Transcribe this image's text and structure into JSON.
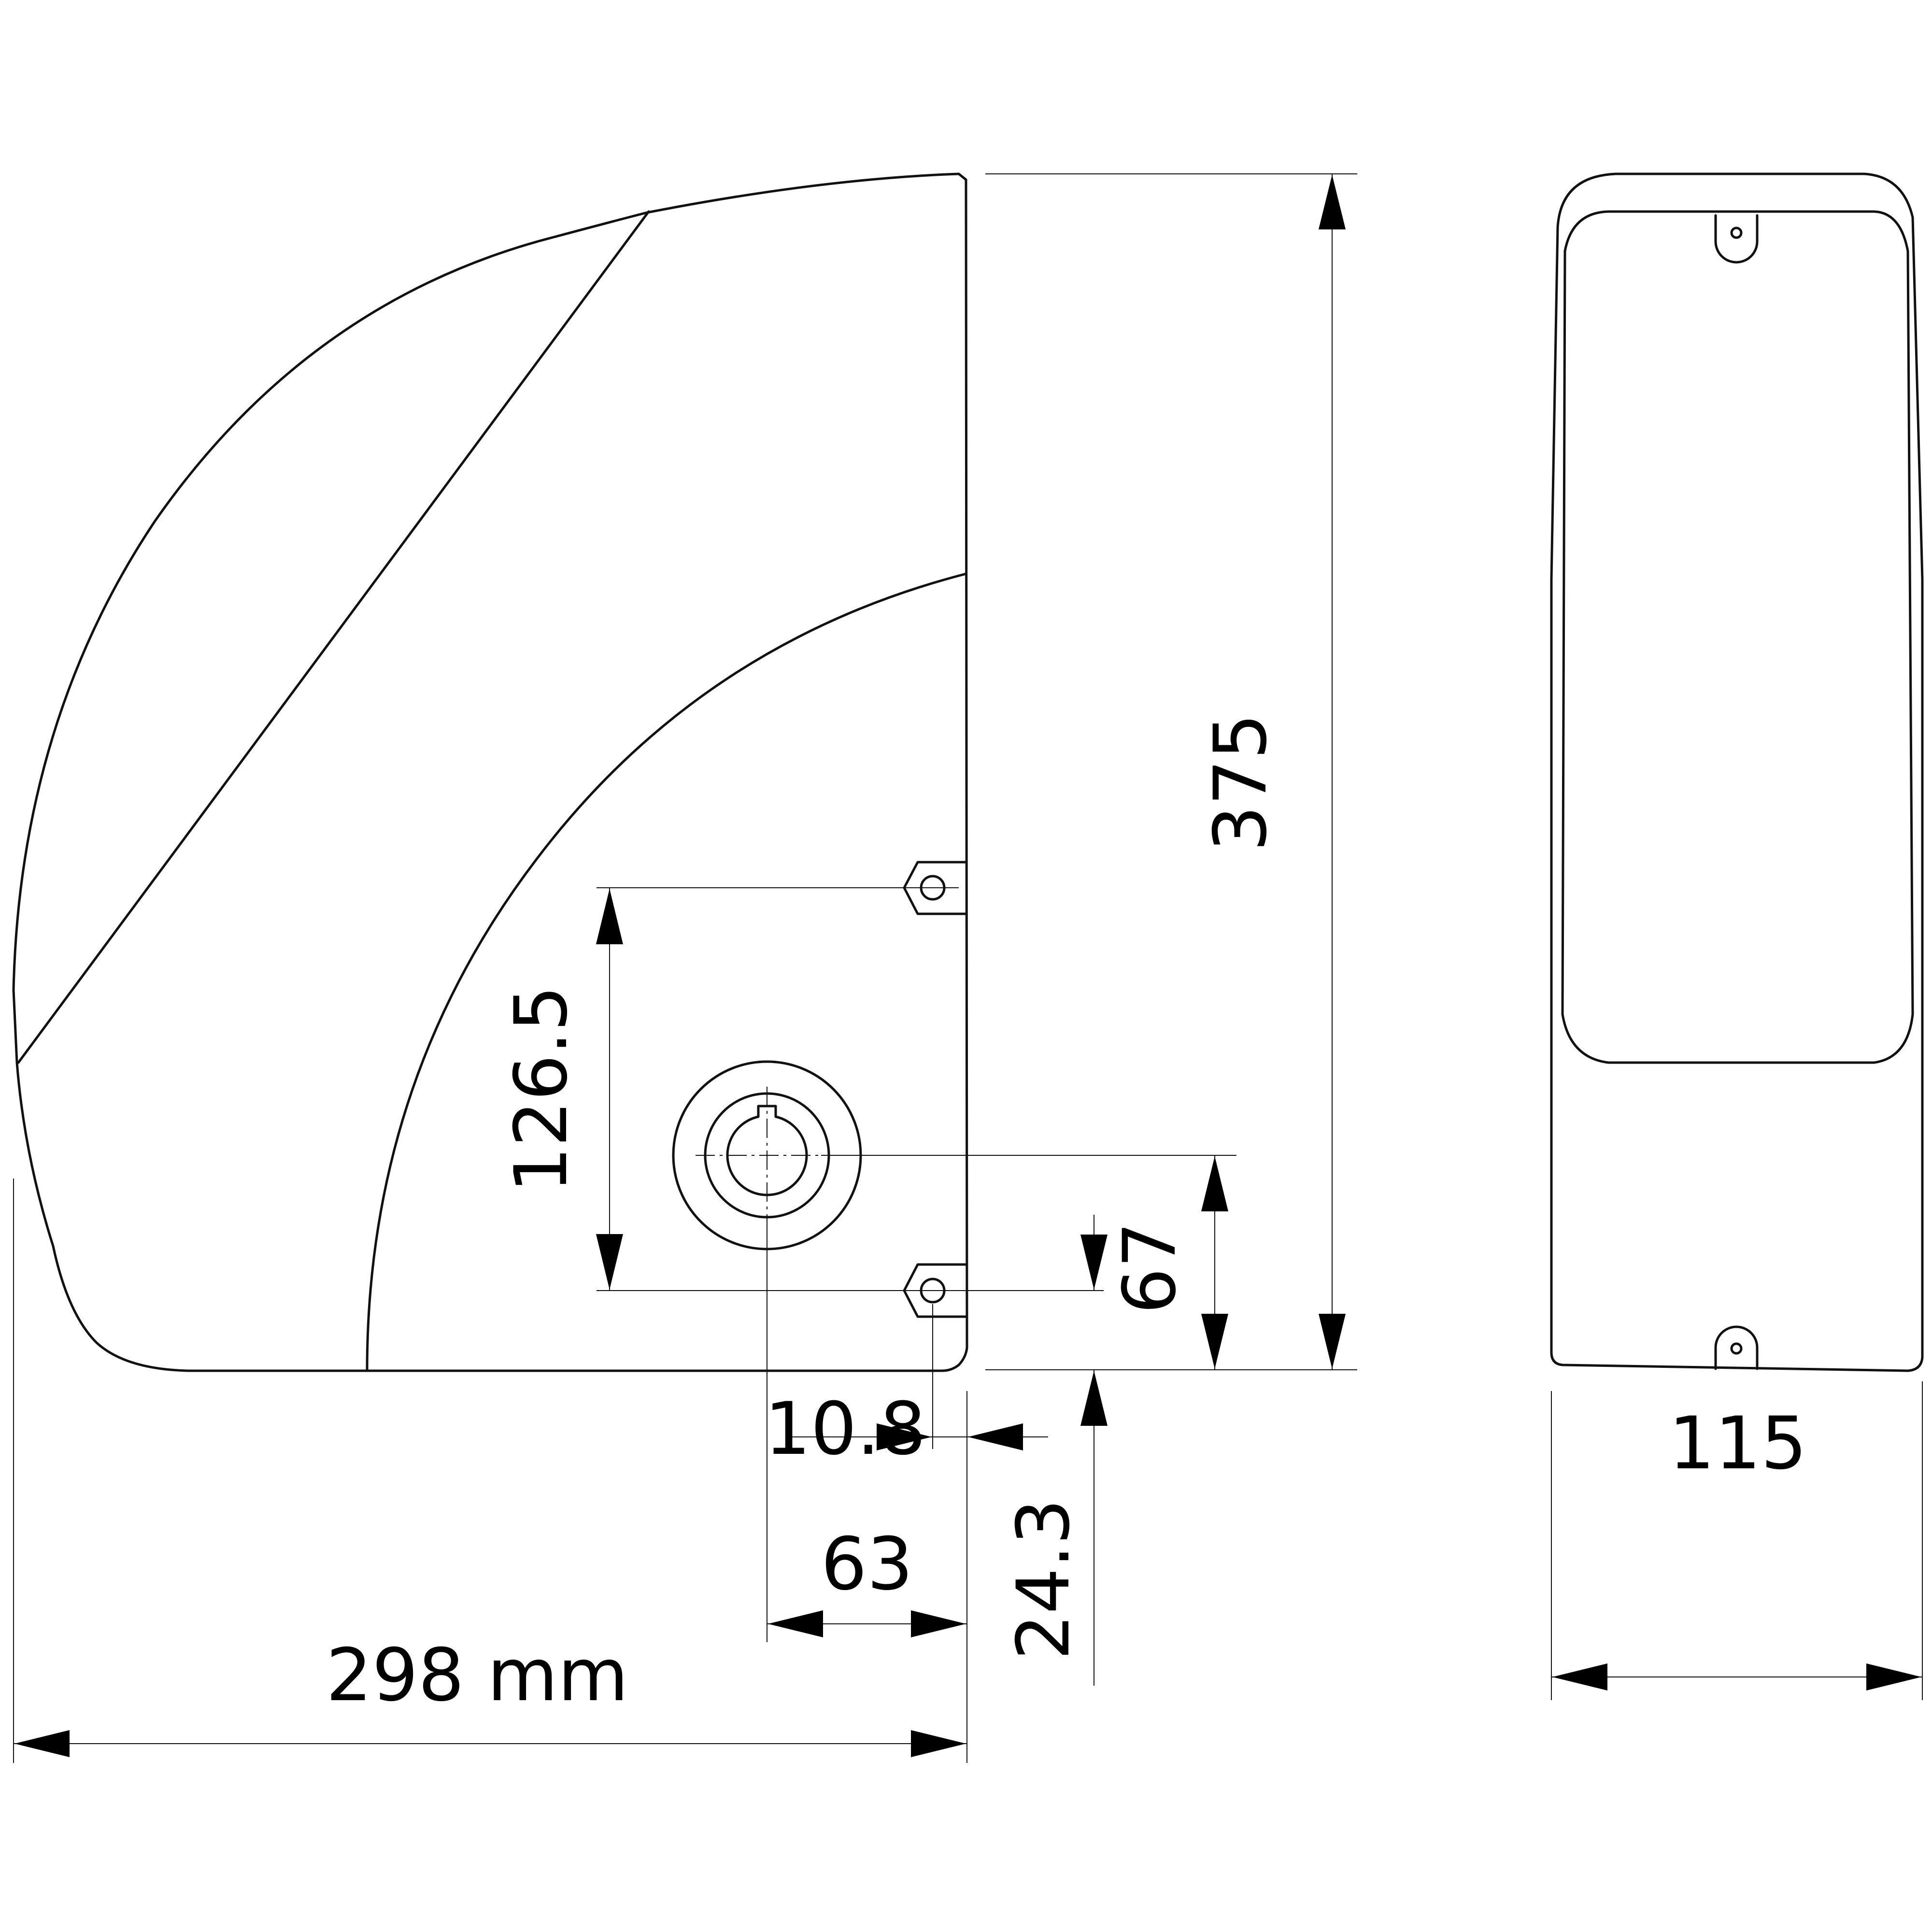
{
  "dimensions": {
    "width_total": "298 mm",
    "height_total": "375",
    "mount_hole_spacing": "126.5",
    "shaft_to_edge": "63",
    "hole_offset": "10.8",
    "shaft_height": "67",
    "hole_height": "24.3",
    "side_width": "115"
  }
}
